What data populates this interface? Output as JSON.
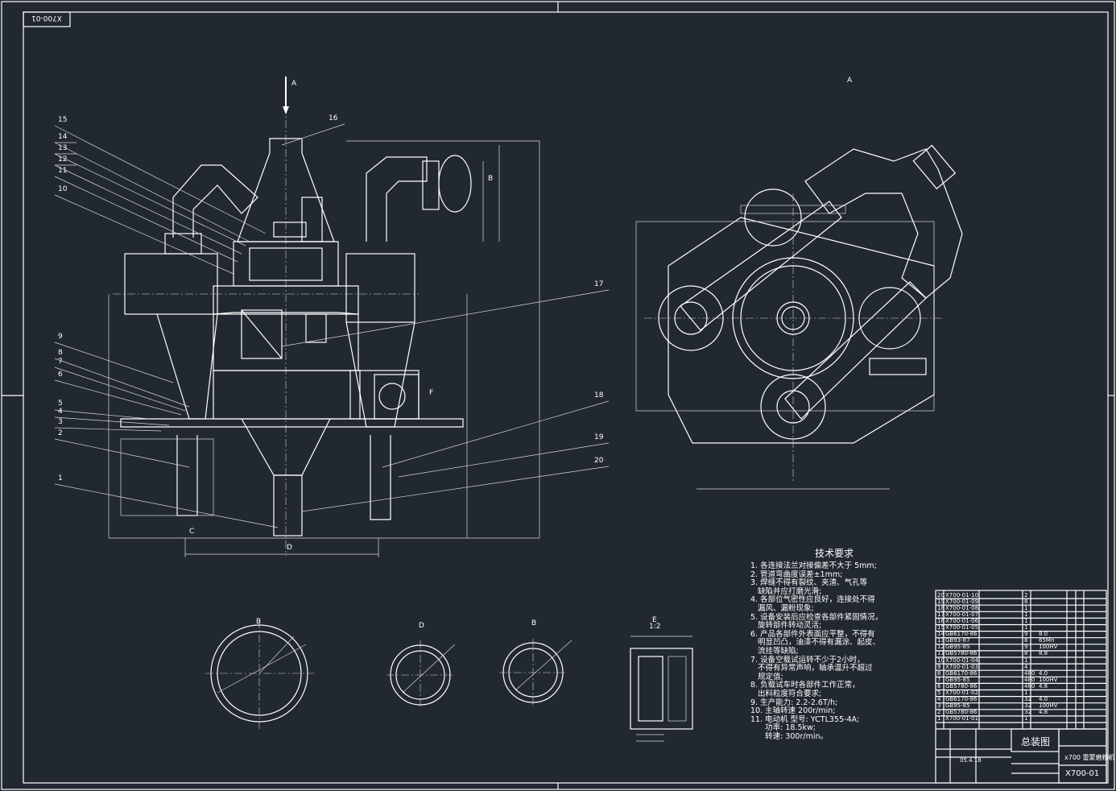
{
  "sheet": {
    "corner_code": "X700-01"
  },
  "view_labels": {
    "a_left": "A",
    "a_right": "A",
    "b": "B",
    "c": "C",
    "d": "D",
    "f": "F"
  },
  "callouts": [
    "1",
    "2",
    "3",
    "4",
    "5",
    "6",
    "7",
    "8",
    "9",
    "10",
    "11",
    "12",
    "13",
    "14",
    "15",
    "16",
    "17",
    "18",
    "19",
    "20"
  ],
  "sections": {
    "b1": "B",
    "d": "D",
    "b2": "B",
    "e": "E",
    "scale": "1:2"
  },
  "tech_requirements": {
    "title": "技术要求",
    "items": [
      "1. 各连接法兰对接偏差不大于 5mm;",
      "2. 管道弯曲度误差±1mm;",
      "3. 焊缝不得有裂纹、夹渣、气孔等",
      "   缺陷并应打磨光滑;",
      "4. 各部位气密性应良好，连接处不得",
      "   漏风、漏粉现象;",
      "5. 设备安装后应检查各部件紧固情况，",
      "   旋转部件转动灵活;",
      "6. 产品各部件外表面应平整，不得有",
      "   明显凹凸，油漆不得有漏涂、起皮、",
      "   流挂等缺陷;",
      "7. 设备空载试运转不少于2小时，",
      "   不得有异常声响，轴承温升不超过",
      "   规定值;",
      "8. 负载试车时各部件工作正常，",
      "   出料粒度符合要求;",
      "9. 生产能力: 2.2-2.6T/h;",
      "10. 主轴转速 200r/min;",
      "11. 电动机 型号: YCTL355-4A;",
      "      功率: 18.5kw;",
      "      转速: 300r/min。"
    ]
  },
  "parts_list": [
    {
      "no": "20",
      "code": "X700-01-10",
      "qty": "2",
      "spec": ""
    },
    {
      "no": "19",
      "code": "X700-01-09",
      "qty": "8",
      "spec": ""
    },
    {
      "no": "18",
      "code": "X700-01-08",
      "qty": "1",
      "spec": ""
    },
    {
      "no": "17",
      "code": "X700-01-07",
      "qty": "1",
      "spec": ""
    },
    {
      "no": "16",
      "code": "X700-01-06",
      "qty": "1",
      "spec": ""
    },
    {
      "no": "15",
      "code": "X700-01-05",
      "qty": "1",
      "spec": ""
    },
    {
      "no": "14",
      "code": "GB6170-86",
      "qty": "9",
      "spec": "8.0"
    },
    {
      "no": "13",
      "code": "GB93-87",
      "qty": "8",
      "spec": "65Mn"
    },
    {
      "no": "12",
      "code": "GB95-85",
      "qty": "9",
      "spec": "100HV"
    },
    {
      "no": "11",
      "code": "GB5780-86",
      "qty": "8",
      "spec": "8.8"
    },
    {
      "no": "10",
      "code": "X700-01-04",
      "qty": "1",
      "spec": ""
    },
    {
      "no": "9",
      "code": "X700-01-03",
      "qty": "4",
      "spec": ""
    },
    {
      "no": "8",
      "code": "GB6170-86",
      "qty": "480",
      "spec": "4.0"
    },
    {
      "no": "7",
      "code": "GB95-85",
      "qty": "480",
      "spec": "100HV"
    },
    {
      "no": "6",
      "code": "GB5780-86",
      "qty": "480",
      "spec": "4.8"
    },
    {
      "no": "5",
      "code": "X700-01-02",
      "qty": "1",
      "spec": ""
    },
    {
      "no": "4",
      "code": "GB6170-86",
      "qty": "32",
      "spec": "4.0"
    },
    {
      "no": "3",
      "code": "GB95-85",
      "qty": "32",
      "spec": "100HV"
    },
    {
      "no": "2",
      "code": "GB5780-86",
      "qty": "32",
      "spec": "4.8"
    },
    {
      "no": "1",
      "code": "X700-01-01",
      "qty": "1",
      "spec": ""
    }
  ],
  "title_block": {
    "drawing_title": "总装图",
    "machine_name": "x700 雷蒙磨粉机",
    "drawing_no": "X700-01",
    "date": "05.4.18"
  }
}
